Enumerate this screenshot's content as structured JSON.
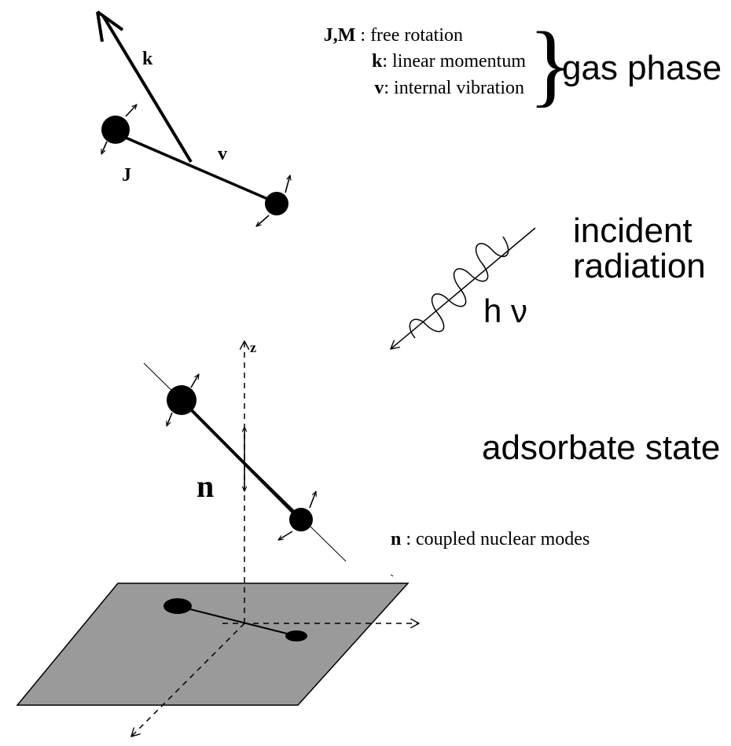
{
  "gas_phase": {
    "legend": [
      {
        "symbol": "J,M",
        "separator": " : ",
        "description": "free rotation"
      },
      {
        "symbol": "k",
        "separator": ": ",
        "description": "linear momentum"
      },
      {
        "symbol": "v",
        "separator": ": ",
        "description": "internal vibration"
      }
    ],
    "group_label": "gas phase",
    "molecule_labels": {
      "momentum": "k",
      "vibration": "v",
      "rotation": "J"
    }
  },
  "radiation": {
    "label_line1": "incident",
    "label_line2": "radiation",
    "photon_symbol": "h ν"
  },
  "adsorbate": {
    "label": "adsorbate state",
    "axis_label": "z",
    "modes_symbol": "n",
    "note_symbol": "n",
    "note_text": " : coupled nuclear modes"
  },
  "colors": {
    "ink": "#000000",
    "surface_fill": "#9a9a9a",
    "background": "#ffffff"
  }
}
